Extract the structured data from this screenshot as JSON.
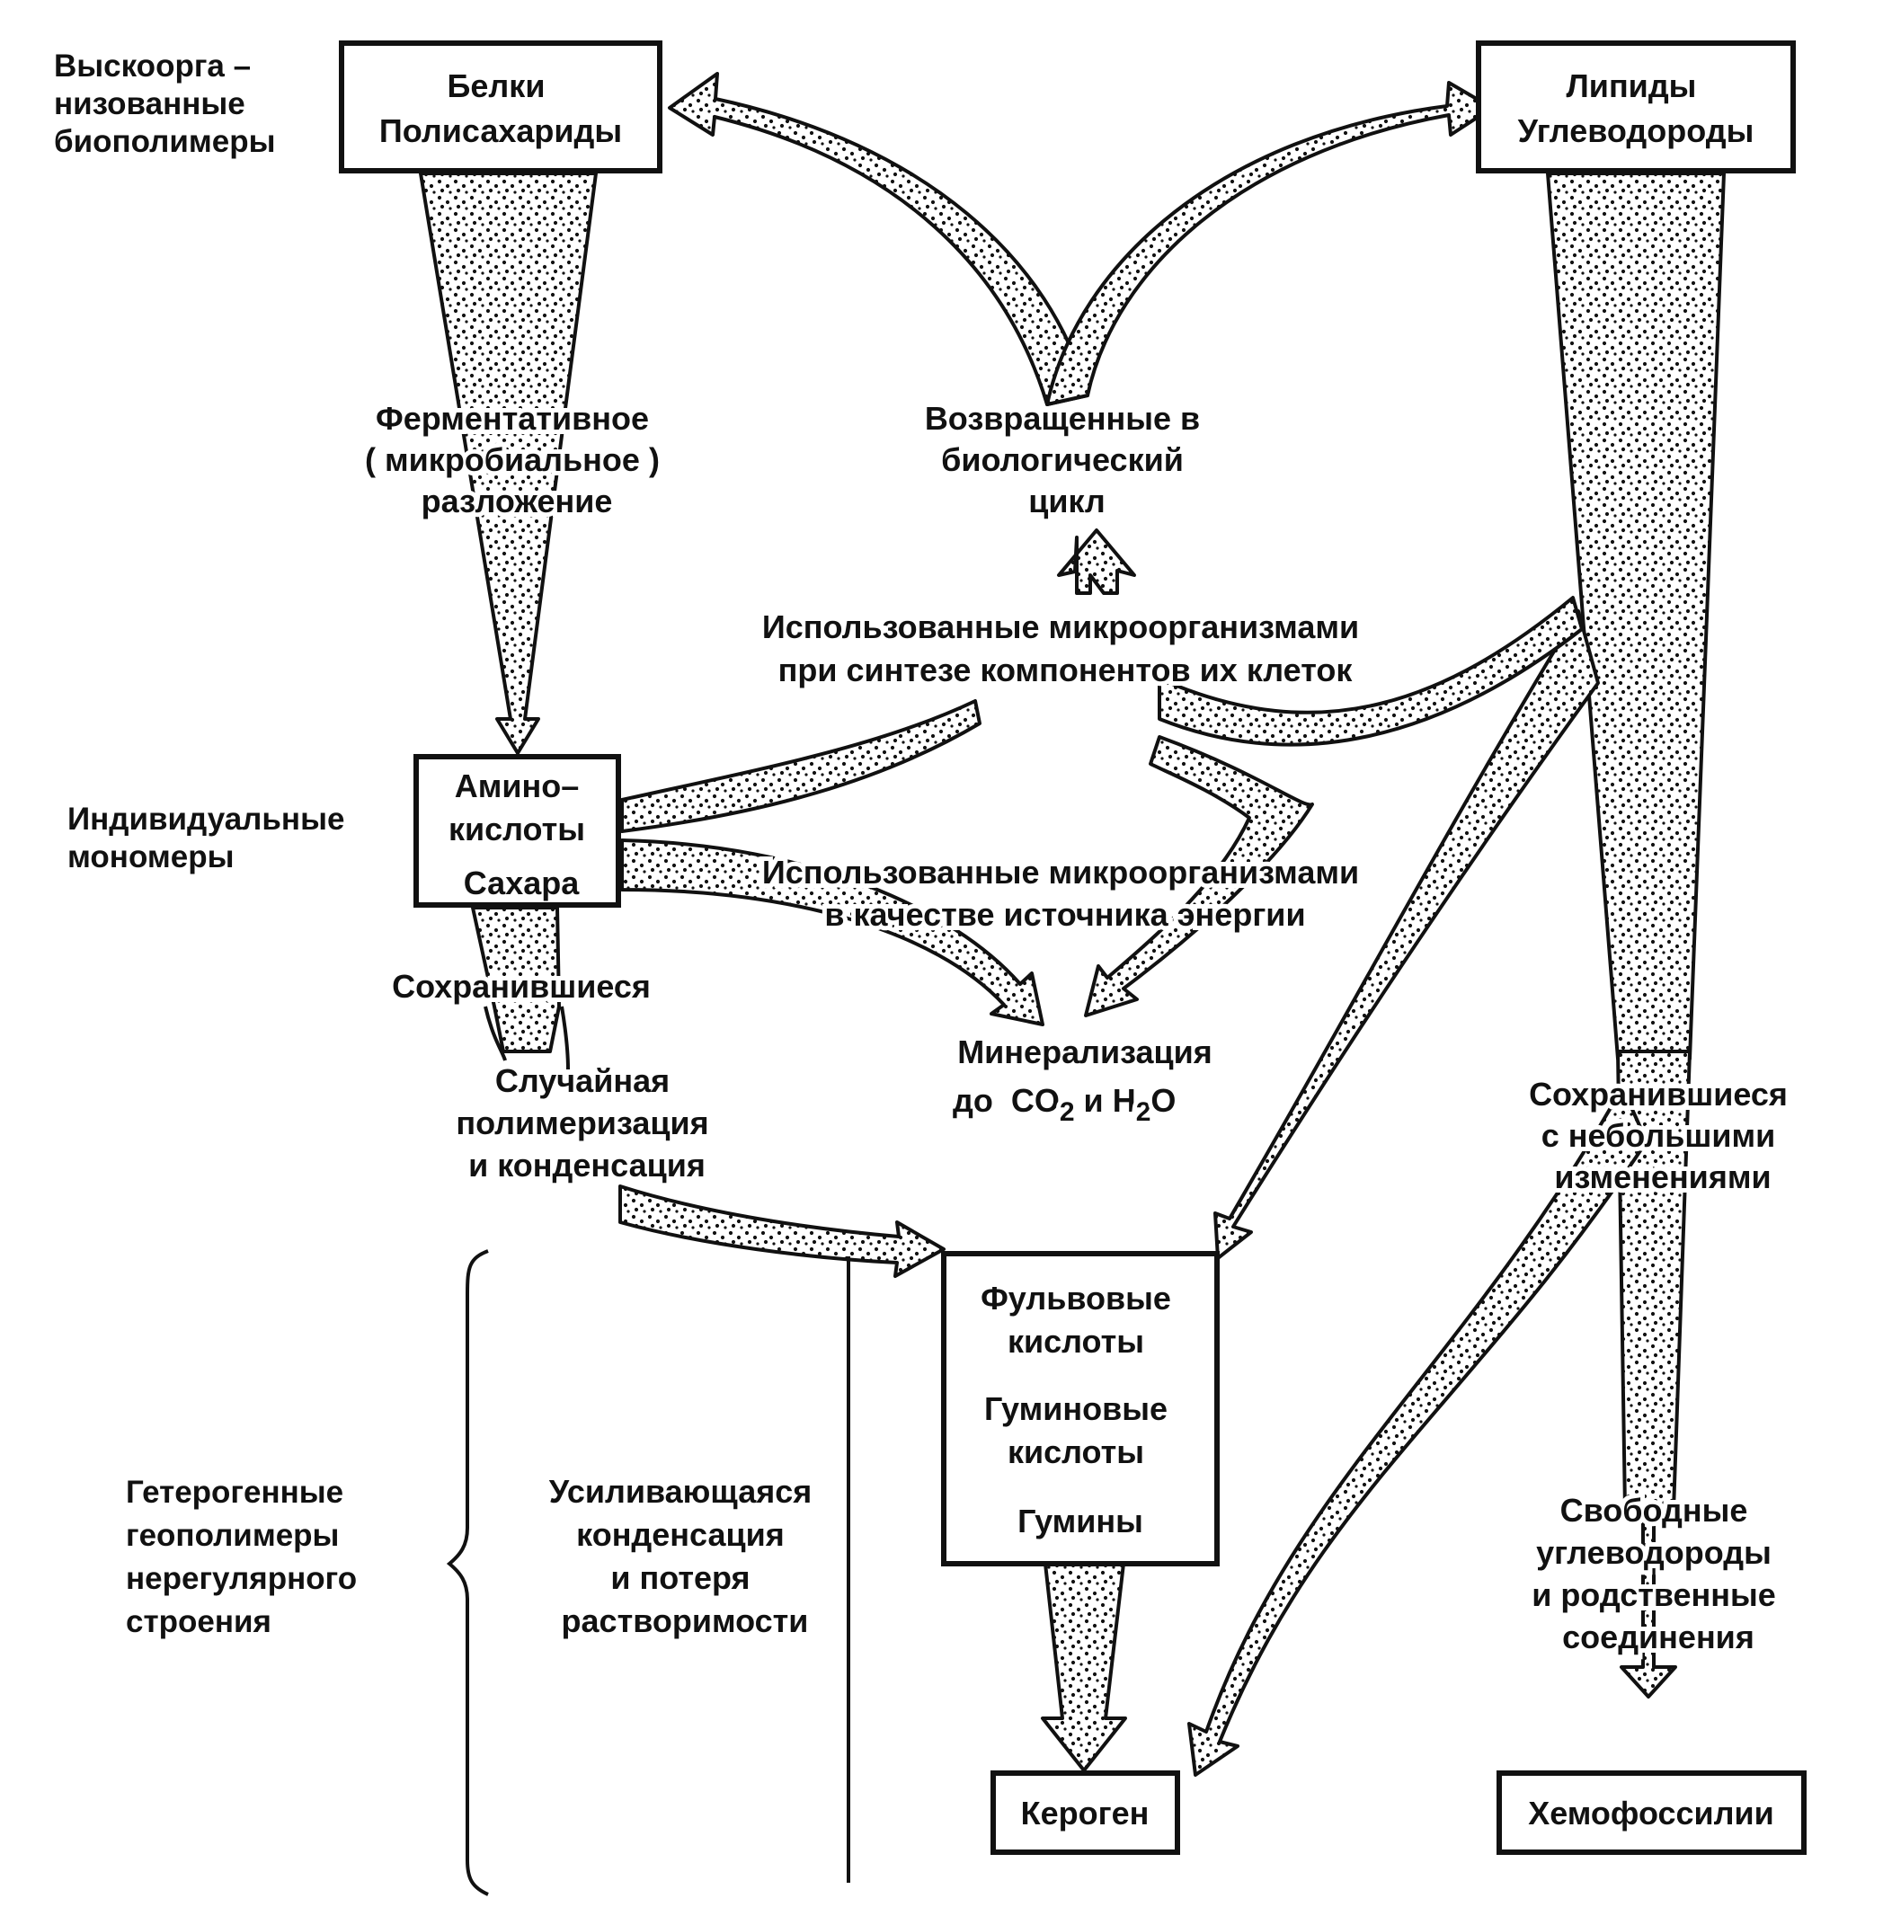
{
  "left_labels": {
    "high_org": [
      "Выскоорга –",
      "низованные",
      "биополимеры"
    ],
    "monomers": [
      "Индивидуальные",
      "мономеры"
    ],
    "geopolymers": [
      "Гетерогенные",
      "геополимеры",
      "нерегулярного",
      "строения"
    ]
  },
  "boxes": {
    "proteins": [
      "Белки",
      "Полисахариды"
    ],
    "lipids": [
      "Липиды",
      "Углеводороды"
    ],
    "amino": [
      "Амино–",
      "кислоты",
      "Сахара"
    ],
    "humic": [
      "Фульвовые",
      "кислоты",
      "Гуминовые",
      "кислоты",
      "Гумины"
    ],
    "kerogen": "Кероген",
    "chemofossils": "Хемофоссилии"
  },
  "flow_labels": {
    "enzymatic": [
      "Ферментативное",
      "( микробиальное )",
      "разложение"
    ],
    "returned": [
      "Возвращенные в",
      "биологический",
      "цикл"
    ],
    "used_synthesis": [
      "Использованные микроорганизмами",
      "при синтезе компонентов их клеток"
    ],
    "used_energy": [
      "Использованные микроорганизмами",
      "в качестве источника энергии"
    ],
    "preserved": "Сохранившиеся",
    "random_poly": [
      "Случайная",
      "полимеризация",
      "и конденсация"
    ],
    "mineralization_1": "Минерализация",
    "mineralization_2": {
      "pre": "до",
      "co": "CO",
      "co_sub": "2",
      "and": "и",
      "h": "H",
      "h_sub": "2",
      "o": "O"
    },
    "preserved_small": [
      "Сохранившиеся",
      "с небольшими",
      "изменениями"
    ],
    "free_hydro": [
      "Свободные",
      "углеводороды",
      "и родственные",
      "соединения"
    ],
    "condensation": [
      "Усиливающаяся",
      "конденсация",
      "и потеря",
      "растворимости"
    ]
  }
}
